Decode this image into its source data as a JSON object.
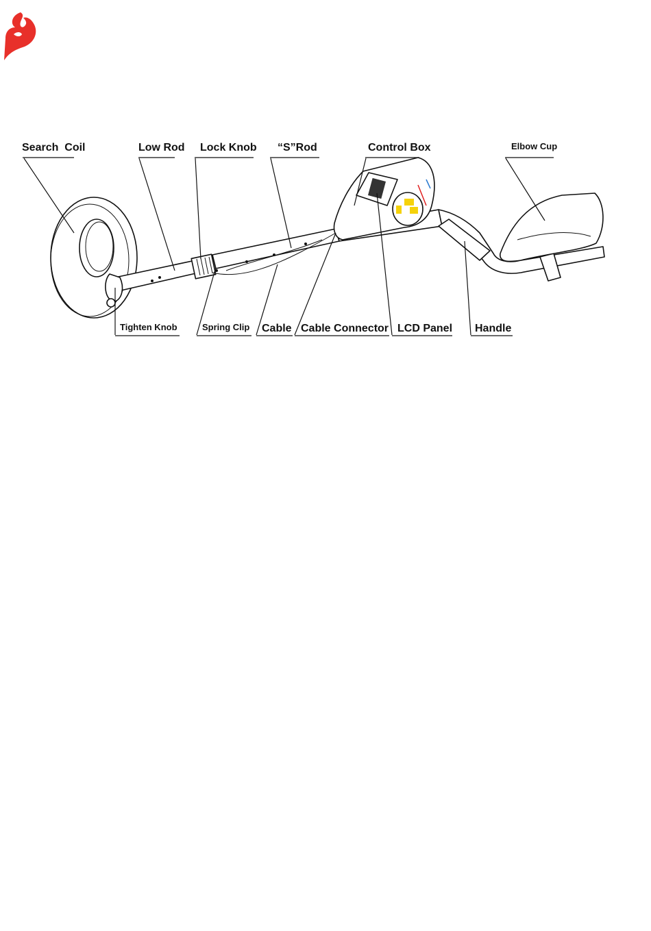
{
  "logo": {
    "name": "flame-logo",
    "color": "#e8302a"
  },
  "diagram": {
    "labels_top": {
      "search_coil": "Search  Coil",
      "low_rod": "Low Rod",
      "lock_knob": "Lock Knob",
      "s_rod": "“S”Rod",
      "control_box": "Control Box",
      "elbow_cup": "Elbow Cup"
    },
    "labels_bottom": {
      "tighten_knob": "Tighten Knob",
      "spring_clip": "Spring Clip",
      "cable": "Cable",
      "cable_connector": "Cable Connector",
      "lcd_panel": "LCD Panel",
      "handle": "Handle"
    },
    "accent_colors": {
      "yellow": "#f5d20a",
      "red": "#e02020",
      "blue": "#2a7ad0"
    }
  }
}
